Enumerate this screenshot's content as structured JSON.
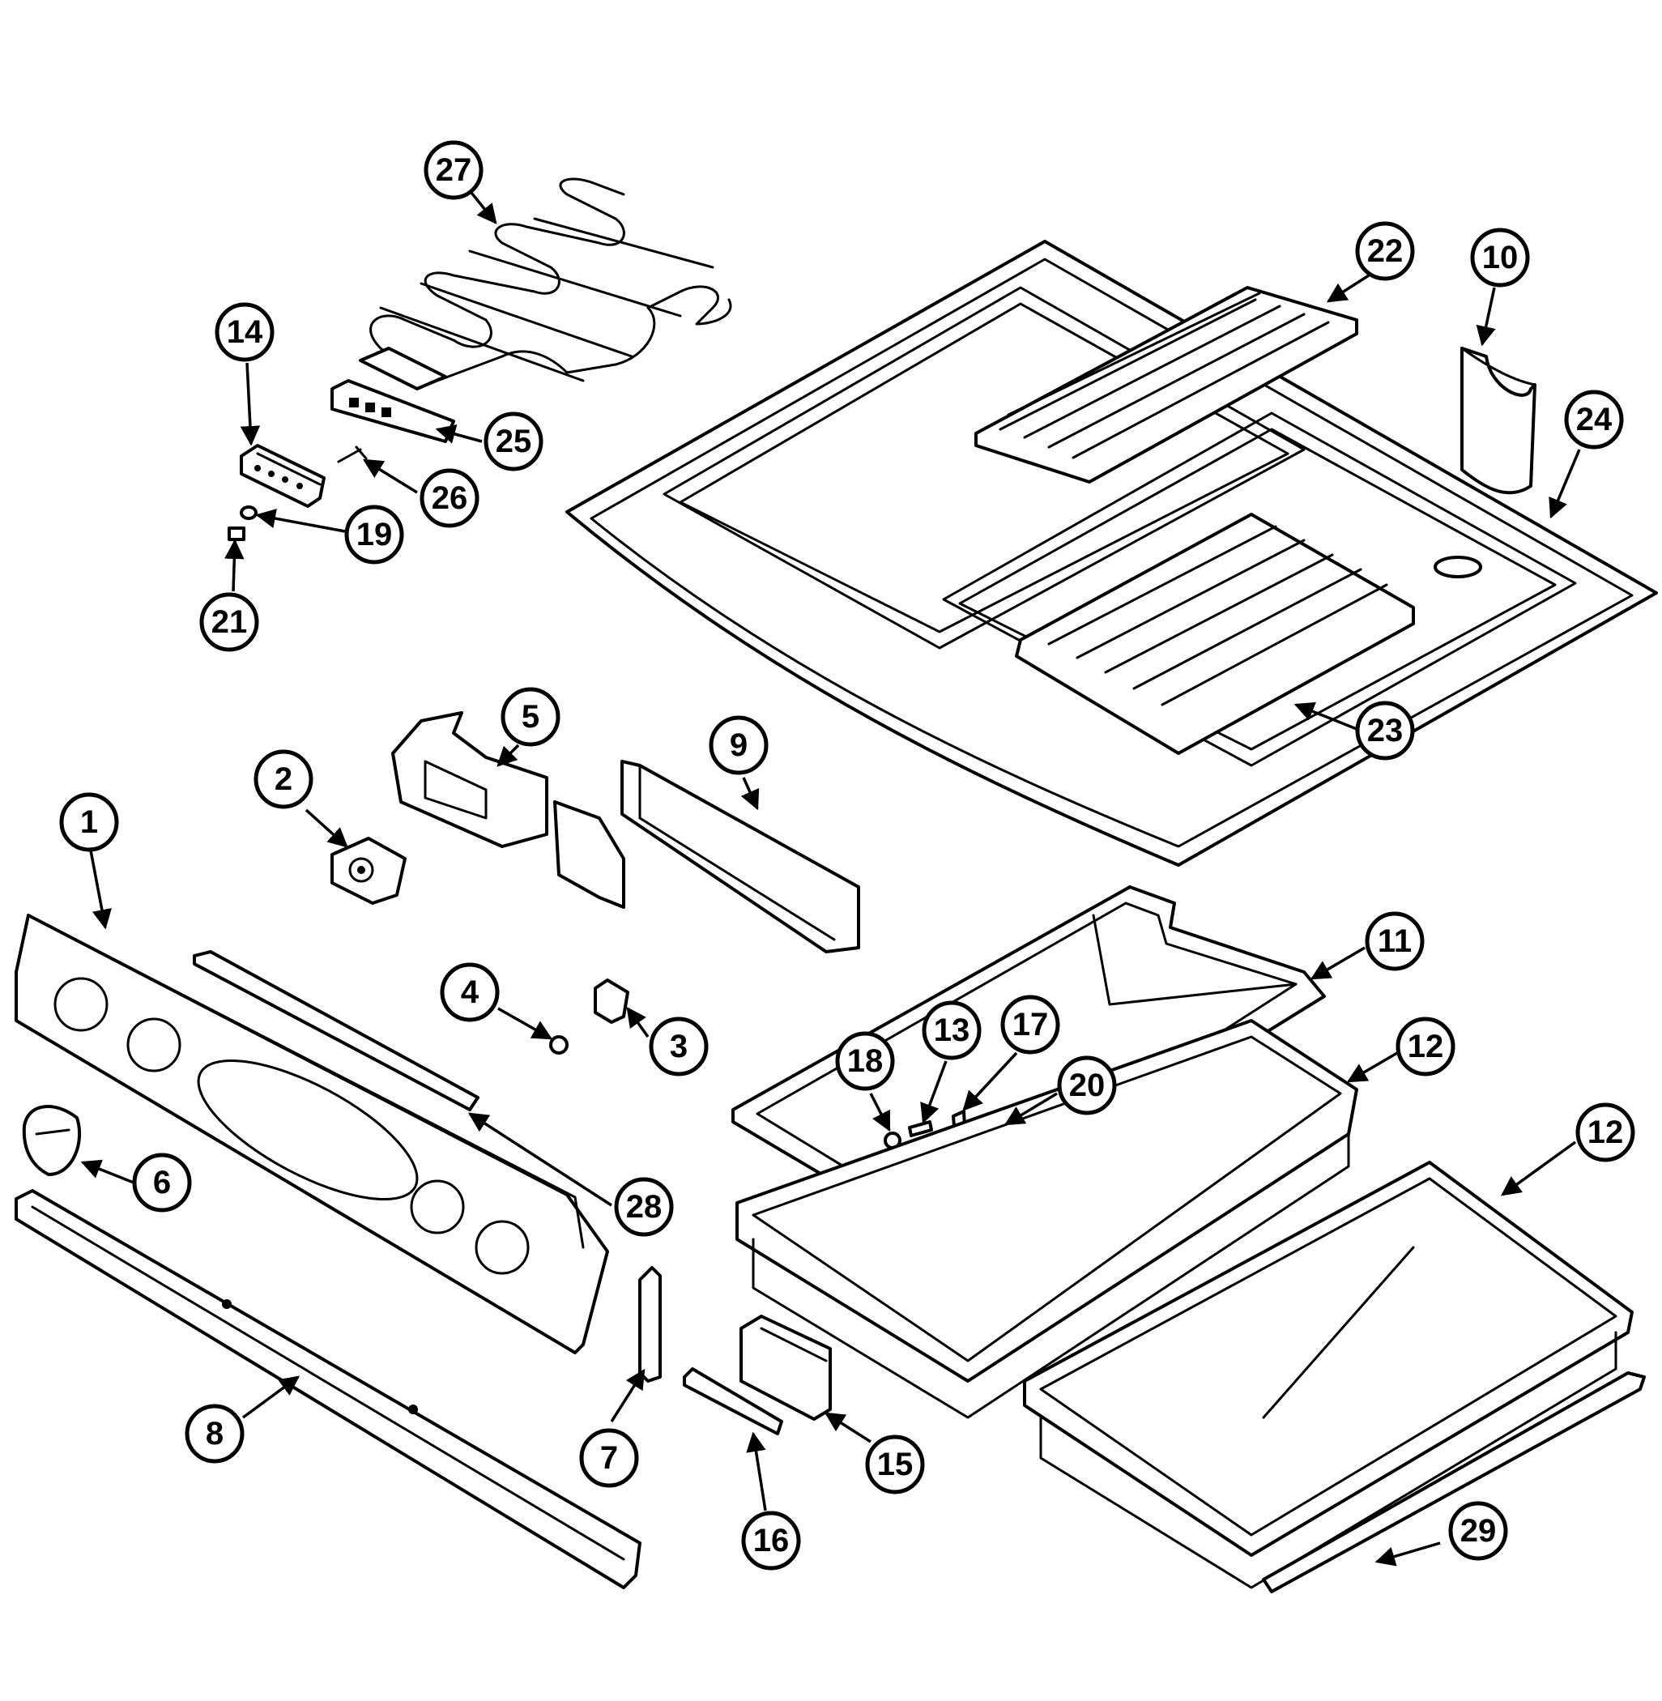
{
  "callouts": [
    {
      "label": "27"
    },
    {
      "label": "14"
    },
    {
      "label": "25"
    },
    {
      "label": "26"
    },
    {
      "label": "19"
    },
    {
      "label": "21"
    },
    {
      "label": "22"
    },
    {
      "label": "10"
    },
    {
      "label": "24"
    },
    {
      "label": "23"
    },
    {
      "label": "5"
    },
    {
      "label": "2"
    },
    {
      "label": "9"
    },
    {
      "label": "1"
    },
    {
      "label": "4"
    },
    {
      "label": "3"
    },
    {
      "label": "11"
    },
    {
      "label": "12"
    },
    {
      "label": "12"
    },
    {
      "label": "18"
    },
    {
      "label": "13"
    },
    {
      "label": "17"
    },
    {
      "label": "20"
    },
    {
      "label": "6"
    },
    {
      "label": "28"
    },
    {
      "label": "8"
    },
    {
      "label": "7"
    },
    {
      "label": "15"
    },
    {
      "label": "16"
    },
    {
      "label": "29"
    }
  ]
}
